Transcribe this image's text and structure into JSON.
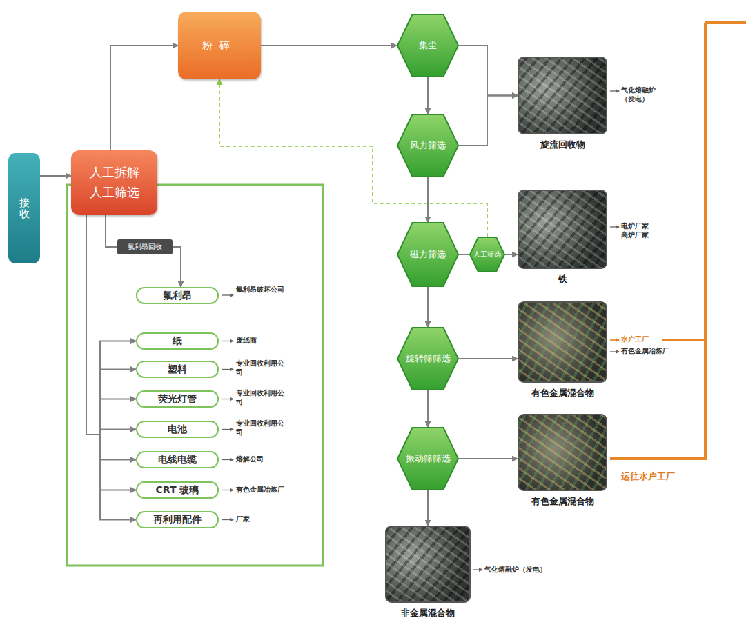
{
  "diagram": {
    "nodes": [
      {
        "text": [
          "接收"
        ]
      },
      {
        "text": [
          "人工拆解",
          "人工筛选"
        ]
      },
      {
        "text": [
          "粉碎"
        ]
      },
      {
        "text": [
          "氟利昂回收"
        ]
      },
      {
        "text": [
          "氟利昂"
        ]
      },
      {
        "text": [
          "纸"
        ]
      },
      {
        "text": [
          "塑料"
        ]
      },
      {
        "text": [
          "荧光灯管"
        ]
      },
      {
        "text": [
          "电池"
        ]
      },
      {
        "text": [
          "电线电缆"
        ]
      },
      {
        "text": [
          "CRT 玻璃"
        ]
      },
      {
        "text": [
          "再利用配件"
        ]
      },
      {
        "text": [
          "集尘"
        ]
      },
      {
        "text": [
          "风力筛选"
        ]
      },
      {
        "text": [
          "磁力筛选"
        ]
      },
      {
        "text": [
          "人工筛选"
        ]
      },
      {
        "text": [
          "旋转筛筛选"
        ]
      },
      {
        "text": [
          "振动筛筛选"
        ]
      },
      {
        "text": [
          "旋流回收物"
        ]
      },
      {
        "text": [
          "铁"
        ]
      },
      {
        "text": [
          "有色金属混合物"
        ]
      },
      {
        "text": [
          "有色金属混合物"
        ]
      },
      {
        "text": [
          "非金属混合物"
        ]
      }
    ],
    "edges": [
      {
        "from": 0,
        "to": 1,
        "arrow": "to"
      },
      {
        "from": 1,
        "to": 2,
        "arrow": "to"
      },
      {
        "from": 2,
        "to": 12,
        "arrow": "to"
      },
      {
        "from": 12,
        "to": 13,
        "arrow": "to"
      },
      {
        "from": 12,
        "to": 18,
        "arrow": "to"
      },
      {
        "from": 13,
        "to": 18,
        "arrow": "to"
      },
      {
        "from": 13,
        "to": 14,
        "arrow": "to"
      },
      {
        "from": 14,
        "to": 15,
        "arrow": "none"
      },
      {
        "from": 15,
        "to": 19,
        "arrow": "to"
      },
      {
        "from": 15,
        "to": 2,
        "arrow": "to"
      },
      {
        "from": 14,
        "to": 16,
        "arrow": "to"
      },
      {
        "from": 16,
        "to": 20,
        "arrow": "to"
      },
      {
        "from": 16,
        "to": 17,
        "arrow": "to"
      },
      {
        "from": 17,
        "to": 21,
        "arrow": "to"
      },
      {
        "from": 17,
        "to": 22,
        "arrow": "to"
      },
      {
        "from": 1,
        "to": 3,
        "arrow": "none"
      },
      {
        "from": 3,
        "to": 4,
        "arrow": "to"
      },
      {
        "from": 1,
        "to": 5,
        "arrow": "to"
      },
      {
        "from": 1,
        "to": 6,
        "arrow": "to"
      },
      {
        "from": 1,
        "to": 7,
        "arrow": "to"
      },
      {
        "from": 1,
        "to": 8,
        "arrow": "to"
      },
      {
        "from": 1,
        "to": 9,
        "arrow": "to"
      },
      {
        "from": 1,
        "to": 10,
        "arrow": "to"
      },
      {
        "from": 1,
        "to": 11,
        "arrow": "to"
      }
    ],
    "labels": [
      "氟利昂破坏公司",
      "废纸商",
      "专业回收利用公司",
      "专业回收利用公司",
      "专业回收利用公司",
      "熔解公司",
      "有色金属冶炼厂",
      "厂家",
      "气化熔融炉 （发电）",
      "电炉厂家 高炉厂家",
      "水户工厂",
      "有色金属冶炼厂",
      "运往水户工厂",
      "气化熔融炉（发电）"
    ]
  }
}
